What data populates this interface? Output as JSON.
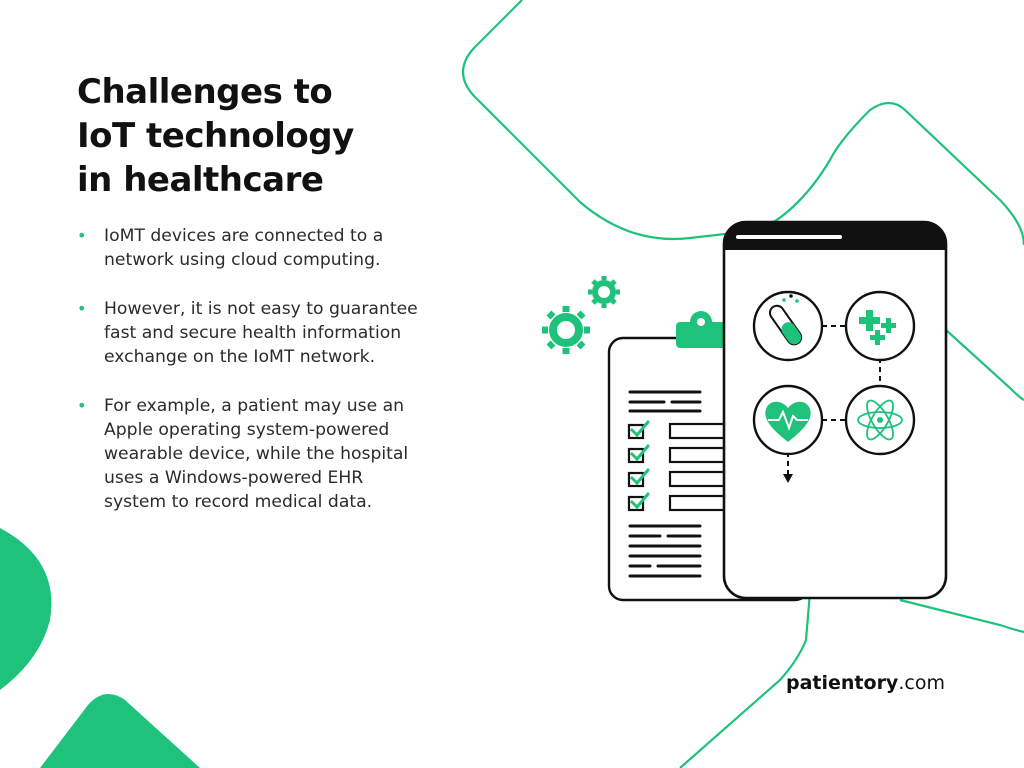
{
  "slide": {
    "title_lines": [
      "Challenges to",
      "IoT technology",
      "in healthcare"
    ],
    "bullets": [
      {
        "lines": [
          "IoMT devices are connected to a",
          "network using cloud computing."
        ]
      },
      {
        "lines": [
          "However, it is not easy to guarantee",
          "fast and secure health information",
          "exchange on the IoMT network."
        ]
      },
      {
        "lines": [
          "For example, a patient may use an",
          "Apple operating system-powered",
          "wearable device, while the hospital",
          "uses a Windows-powered EHR",
          "system to record medical data."
        ]
      }
    ],
    "brand": {
      "name": "patientory",
      "suffix": ".com"
    }
  },
  "colors": {
    "accent": "#1ec27a",
    "text": "#111111",
    "body_text": "#2b2b2b",
    "background": "#ffffff"
  },
  "icons": [
    "gear-icon",
    "clipboard-icon",
    "smartphone-icon",
    "test-tube-icon",
    "medical-cross-icon",
    "heart-pulse-icon",
    "atom-icon",
    "checkmark-icon"
  ]
}
